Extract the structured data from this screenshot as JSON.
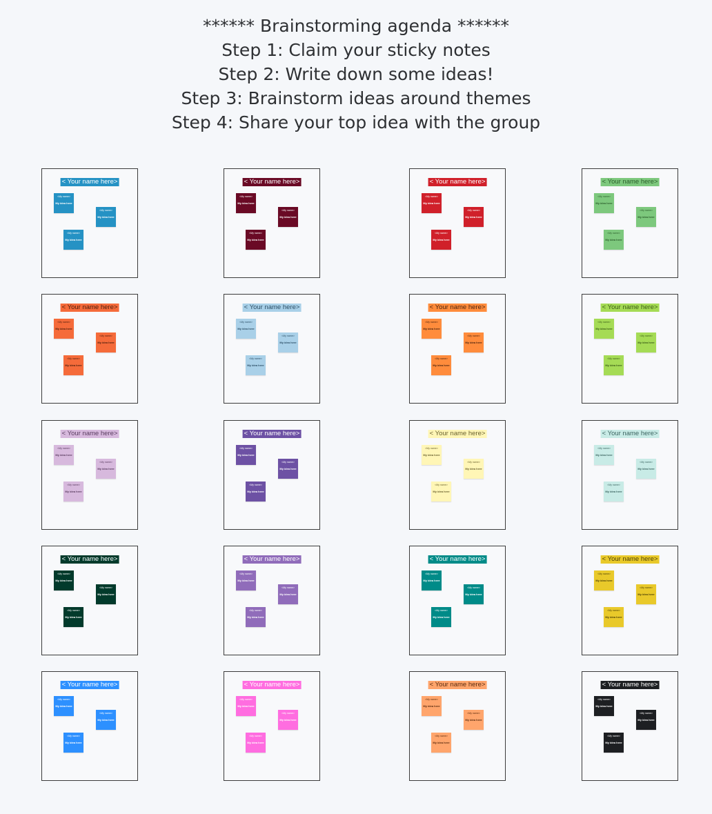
{
  "agenda": [
    "****** Brainstorming agenda ******",
    "Step 1: Claim your sticky notes",
    "Step 2: Write down some ideas!",
    "Step 3: Brainstorm ideas around themes",
    "Step 4: Share your top idea with the group"
  ],
  "frame_label": "< Your name here>",
  "sticky_owner": "<My name>",
  "sticky_idea": "My idea here",
  "colors": [
    {
      "bg": "#2592c4",
      "fg": "#ffffff"
    },
    {
      "bg": "#6a0a25",
      "fg": "#ffffff"
    },
    {
      "bg": "#d0202a",
      "fg": "#ffffff"
    },
    {
      "bg": "#7dc87d",
      "fg": "#2c5e2c"
    },
    {
      "bg": "#f56b3a",
      "fg": "#4a1e0e"
    },
    {
      "bg": "#a9d0e8",
      "fg": "#2d4f66"
    },
    {
      "bg": "#ff8c3c",
      "fg": "#4a2410"
    },
    {
      "bg": "#a5db55",
      "fg": "#3a5c18"
    },
    {
      "bg": "#d7b9dd",
      "fg": "#5a3d60"
    },
    {
      "bg": "#6d51a4",
      "fg": "#ffffff"
    },
    {
      "bg": "#fff6b6",
      "fg": "#6a6230"
    },
    {
      "bg": "#c8ebe6",
      "fg": "#3c6460"
    },
    {
      "bg": "#023a2b",
      "fg": "#ffffff"
    },
    {
      "bg": "#906cba",
      "fg": "#ffffff"
    },
    {
      "bg": "#008b88",
      "fg": "#ffffff"
    },
    {
      "bg": "#e9c92a",
      "fg": "#4e4208"
    },
    {
      "bg": "#2d90ff",
      "fg": "#ffffff"
    },
    {
      "bg": "#ff6de0",
      "fg": "#ffffff"
    },
    {
      "bg": "#ffa56c",
      "fg": "#5a2c10"
    },
    {
      "bg": "#1d1f22",
      "fg": "#ffffff"
    }
  ]
}
